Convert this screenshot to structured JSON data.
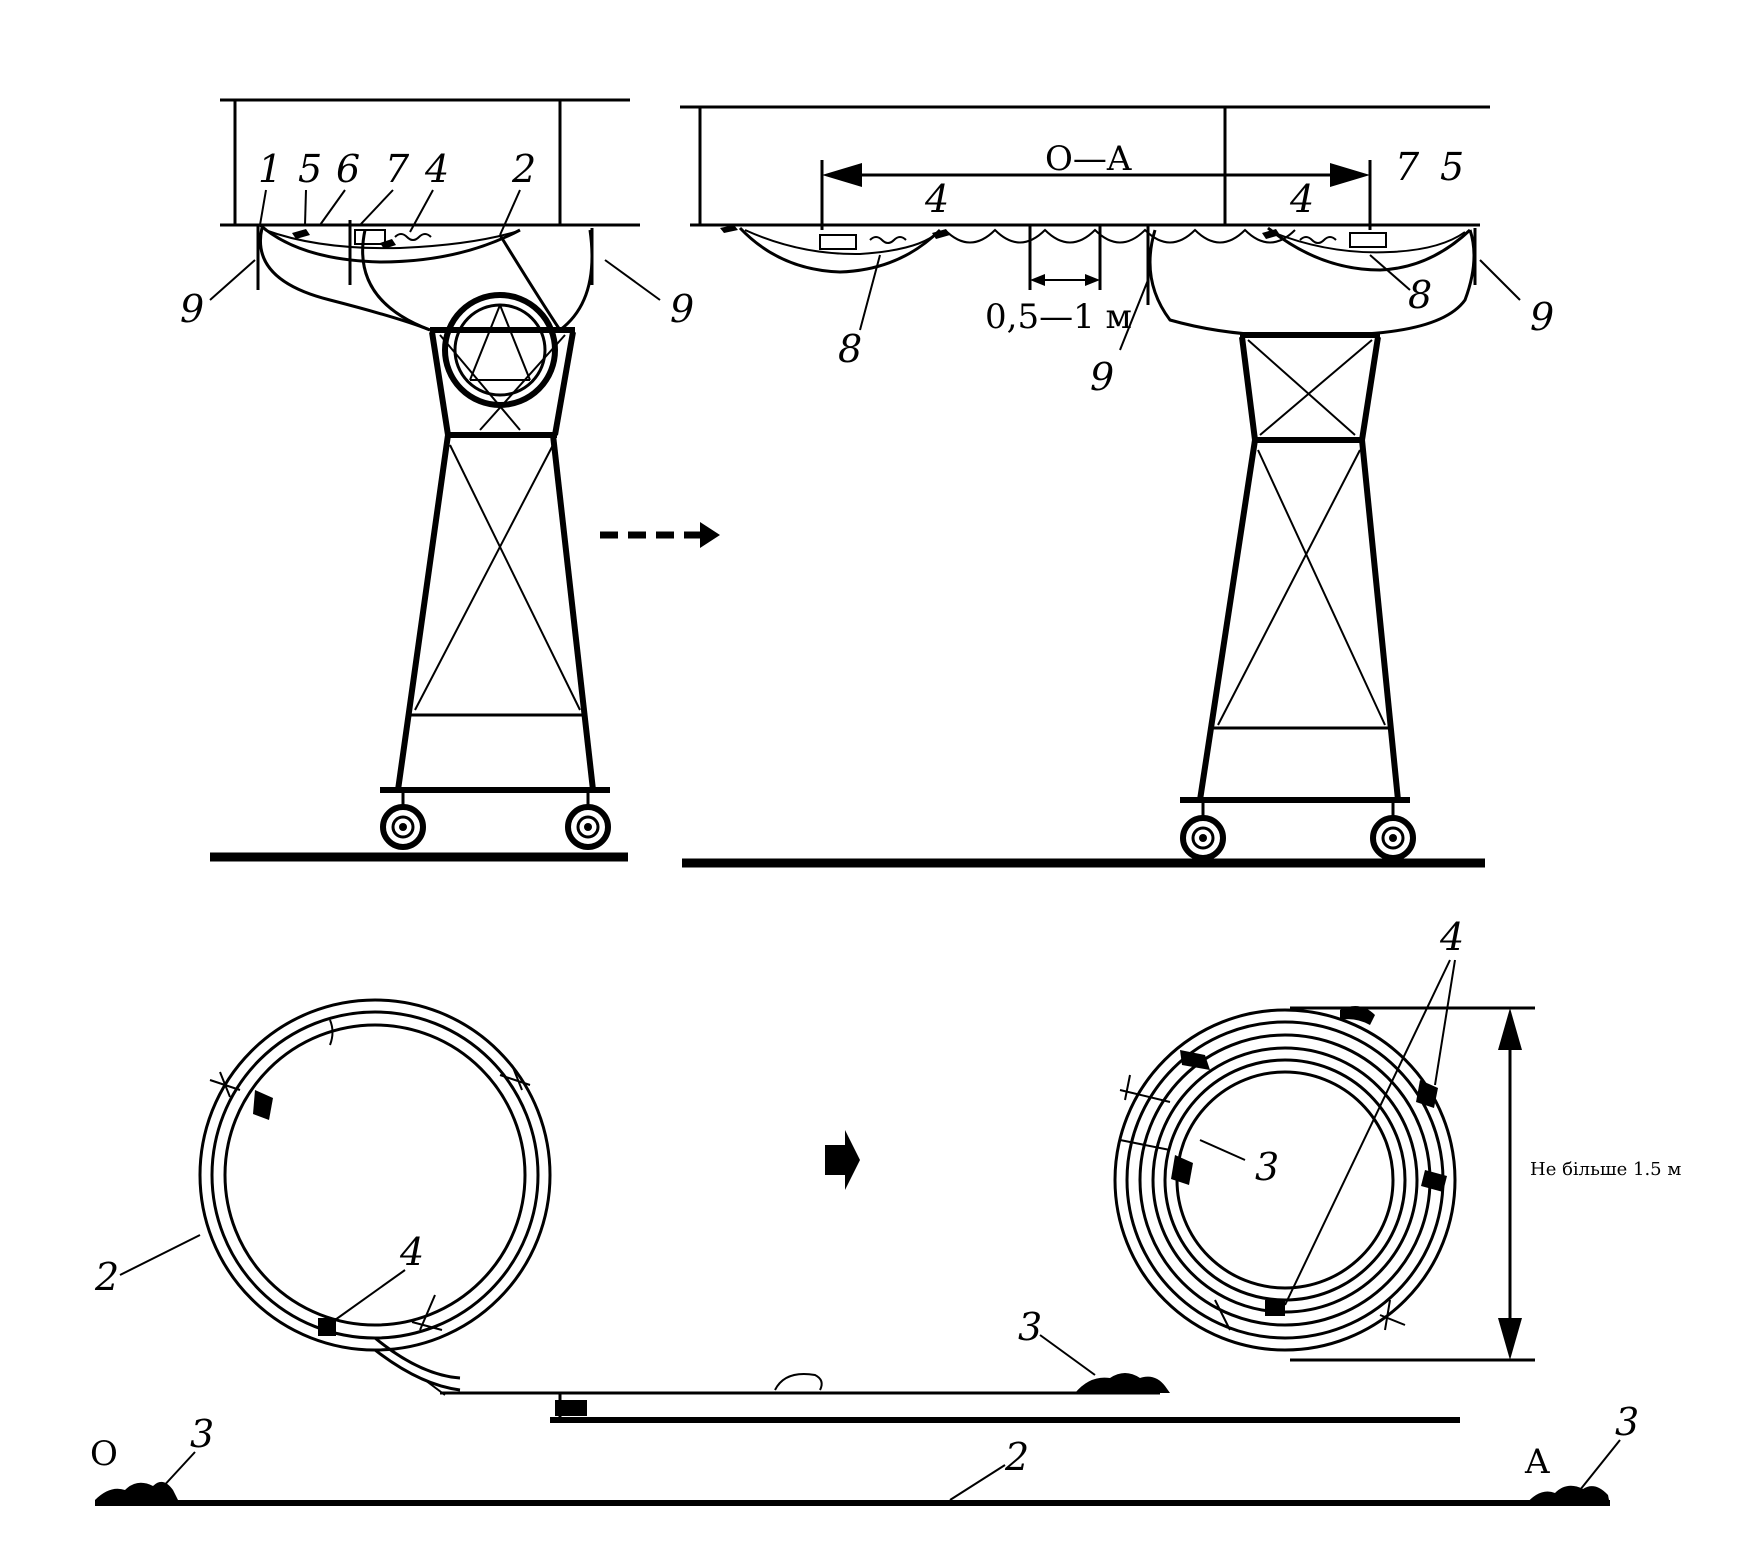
{
  "diagram": {
    "top_left_labels": [
      "1",
      "5",
      "6",
      "7",
      "4",
      "2"
    ],
    "top_right_labels": [
      "7",
      "5"
    ],
    "label_9": "9",
    "label_8": "8",
    "label_4": "4",
    "label_3": "3",
    "label_2": "2",
    "dimension_oa": "O—A",
    "dimension_spacing": "0,5—1 м",
    "dimension_height": "Не більше 1.5 м",
    "point_o": "O",
    "point_a": "A"
  }
}
